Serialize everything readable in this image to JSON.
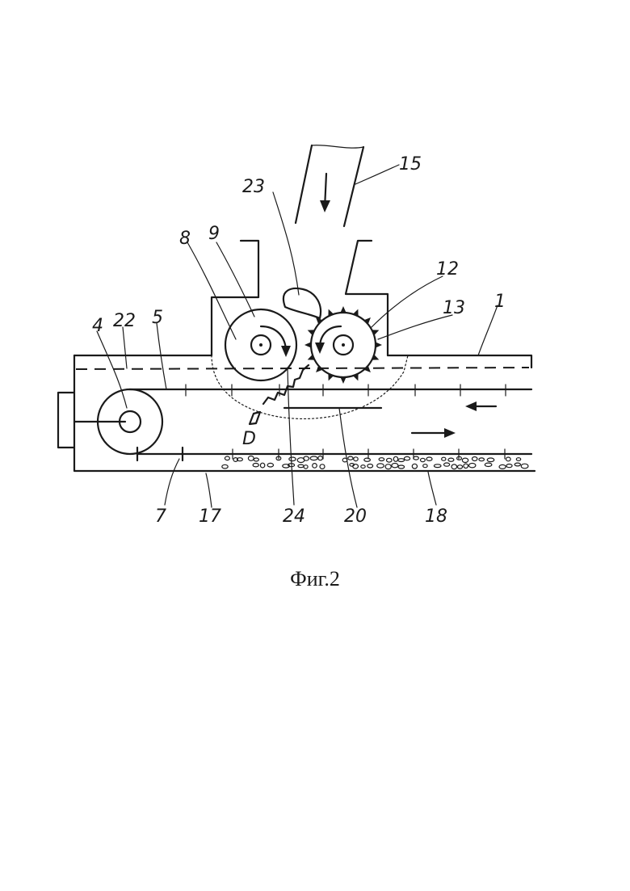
{
  "figure": {
    "caption": "Фиг.2",
    "callouts": {
      "c1": "1",
      "c4": "4",
      "c5": "5",
      "c7": "7",
      "c8": "8",
      "c9": "9",
      "c12": "12",
      "c13": "13",
      "c15": "15",
      "c17": "17",
      "c18": "18",
      "c20": "20",
      "c22": "22",
      "c23": "23",
      "c24": "24",
      "cD": "D"
    }
  }
}
